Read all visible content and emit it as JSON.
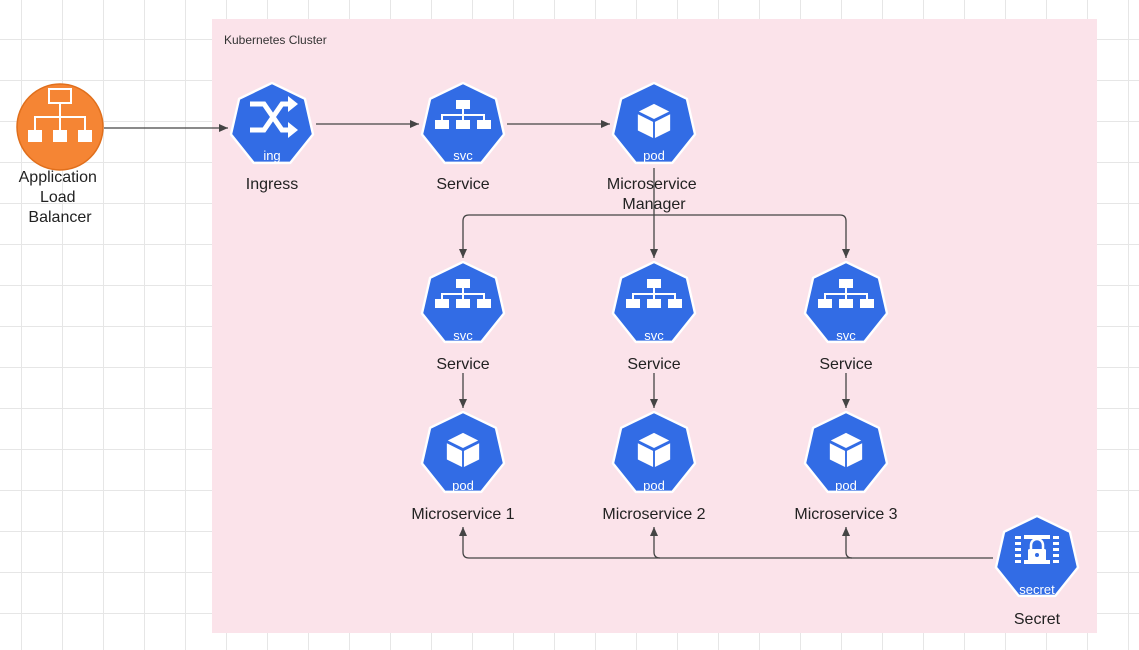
{
  "colors": {
    "k8s_blue": "#326ce5",
    "aws_orange": "#f58534",
    "cluster_fill": "#fbe3ea",
    "connector": "#444444"
  },
  "cluster": {
    "title": "Kubernetes Cluster"
  },
  "load_balancer": {
    "icon": "application-load-balancer-icon",
    "label_lines": [
      "Application",
      "Load",
      "Balancer"
    ]
  },
  "ingress": {
    "badge": "ing",
    "label": "Ingress",
    "icon": "ingress-icon"
  },
  "service_main": {
    "badge": "svc",
    "label": "Service",
    "icon": "service-icon"
  },
  "manager": {
    "badge": "pod",
    "label_lines": [
      "Microservice",
      "Manager"
    ],
    "icon": "pod-icon"
  },
  "services": [
    {
      "badge": "svc",
      "label": "Service"
    },
    {
      "badge": "svc",
      "label": "Service"
    },
    {
      "badge": "svc",
      "label": "Service"
    }
  ],
  "pods": [
    {
      "badge": "pod",
      "label": "Microservice 1"
    },
    {
      "badge": "pod",
      "label": "Microservice 2"
    },
    {
      "badge": "pod",
      "label": "Microservice 3"
    }
  ],
  "secret": {
    "badge": "secret",
    "label": "Secret",
    "icon": "secret-icon"
  }
}
